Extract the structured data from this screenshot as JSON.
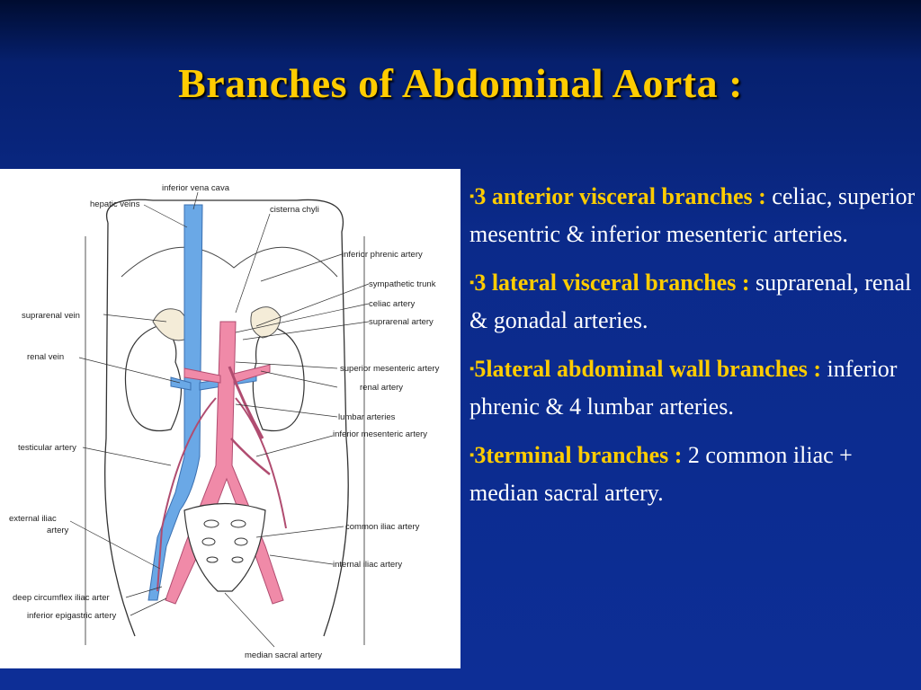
{
  "slide": {
    "title": "Branches of Abdominal Aorta :",
    "bullet_symbol": "▪",
    "colors": {
      "title": "#ffcc00",
      "text": "#ffffff",
      "background": "#0d2e96",
      "vein": "#6aa8e6",
      "artery": "#f08aa8"
    }
  },
  "figure": {
    "labels": {
      "ivc": "inferior vena cava",
      "hepatic_veins": "hepatic veins",
      "cisterna_chyli": "cisterna chyli",
      "inferior_phrenic": "inferior phrenic artery",
      "sympathetic_trunk": "sympathetic trunk",
      "suprarenal_vein": "suprarenal vein",
      "celiac": "celiac artery",
      "suprarenal_artery": "suprarenal artery",
      "renal_vein": "renal vein",
      "sma": "superior mesenteric artery",
      "renal_artery": "renal artery",
      "lumbar": "lumbar arteries",
      "ima": "inferior mesenteric artery",
      "testicular": "testicular artery",
      "external_iliac_1": "external iliac",
      "external_iliac_2": "artery",
      "common_iliac": "common iliac artery",
      "internal_iliac": "internal iliac artery",
      "deep_circumflex": "deep circumflex iliac arter",
      "inferior_epigastric": "inferior epigastric artery",
      "median_sacral": "median sacral artery"
    }
  },
  "bullets": [
    {
      "heading": "3 anterior  visceral branches :",
      "body": " celiac, superior mesentric & inferior mesenteric arteries."
    },
    {
      "heading": "3 lateral  visceral branches :",
      "body": " suprarenal, renal & gonadal arteries."
    },
    {
      "heading": "5lateral abdominal wall branches :",
      "body": " inferior phrenic  & 4 lumbar arteries."
    },
    {
      "heading": "3terminal branches :",
      "body": " 2 common iliac + median sacral artery."
    }
  ]
}
